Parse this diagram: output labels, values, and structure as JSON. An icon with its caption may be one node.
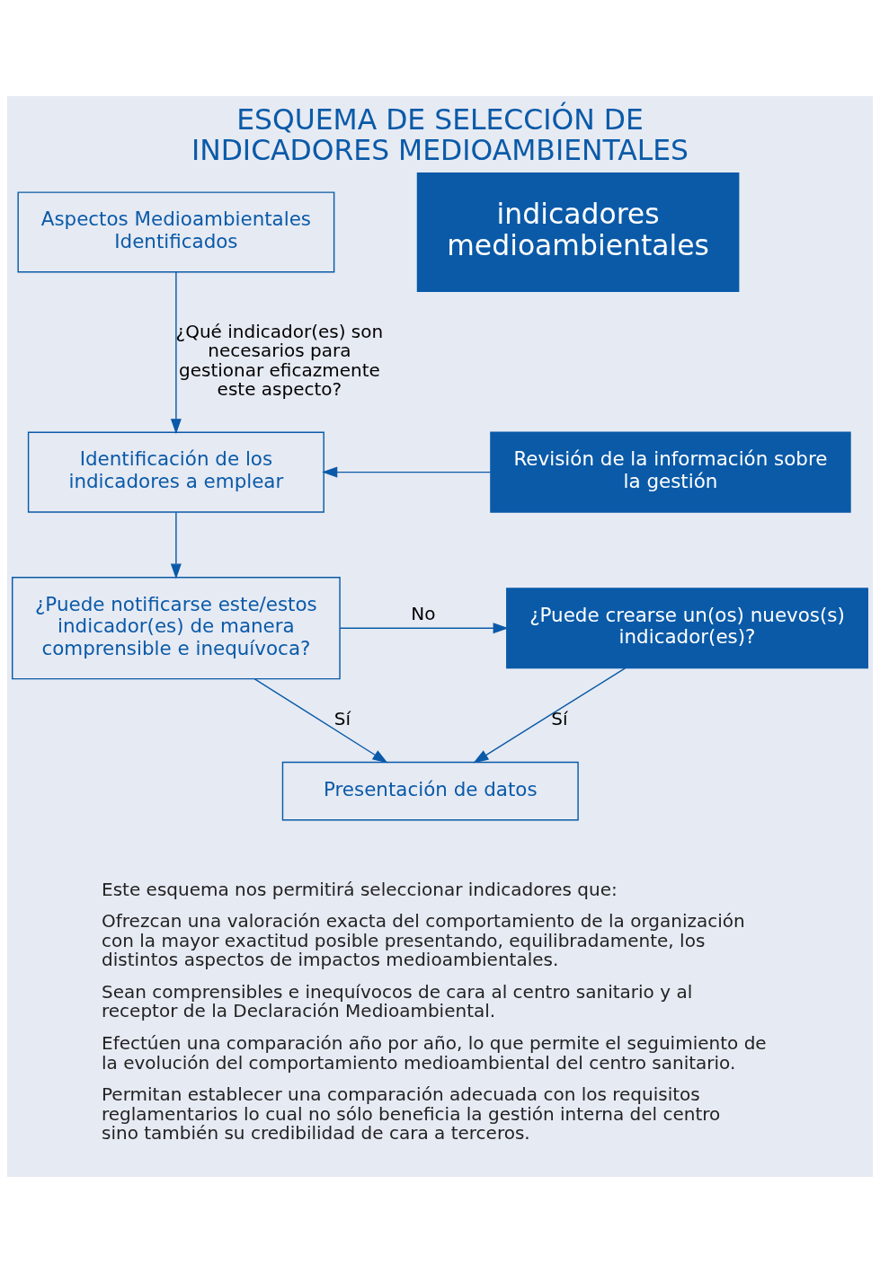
{
  "diagram": {
    "title": "ESQUEMA DE SELECCIÓN DE INDICADORES MEDIOAMBIENTALES",
    "nodes": [
      {
        "text": [
          "Aspectos Medioambientales Identificados"
        ]
      },
      {
        "text": [
          "Identificación de los indicadores a emplear"
        ]
      },
      {
        "text": [
          "Revisión de la información sobre la gestión"
        ]
      },
      {
        "text": [
          "¿Puede notificarse este/estos indicador(es) de manera comprensible e inequívoca?"
        ]
      },
      {
        "text": [
          "¿Puede crearse un(os) nuevos(s) indicador(es)?"
        ]
      },
      {
        "text": [
          "Presentación de datos"
        ]
      }
    ],
    "edges": [
      {
        "from": 0,
        "to": 1,
        "arrow": "to",
        "label": "¿Qué indicador(es) son necesarios para gestionar eficazmente este aspecto?"
      },
      {
        "from": 2,
        "to": 1,
        "arrow": "to"
      },
      {
        "from": 1,
        "to": 3,
        "arrow": "to"
      },
      {
        "from": 3,
        "to": 4,
        "arrow": "to",
        "label": "No"
      },
      {
        "from": 3,
        "to": 5,
        "arrow": "to",
        "label": "Sí"
      },
      {
        "from": 4,
        "to": 5,
        "arrow": "to",
        "label": "Sí"
      }
    ],
    "labels": [
      "indicadores medioambientales",
      "Este esquema nos permitirá seleccionar indicadores que:",
      "Ofrezcan una valoración exacta del comportamiento de la organización con la mayor exactitud posible presentando, equilibradamente, los distintos aspectos de impactos medioambientales.",
      "Sean comprensibles e inequívocos de cara al centro sanitario y al receptor de la Declaración Medioambiental.",
      "Efectúen una comparación año por año, lo que permite el seguimiento de la evolución del comportamiento medioambiental del centro sanitario.",
      "Permitan establecer una comparación adecuada con los requisitos reglamentarios lo cual no sólo beneficia la gestión interna del centro sino también su credibilidad de cara a terceros."
    ]
  }
}
